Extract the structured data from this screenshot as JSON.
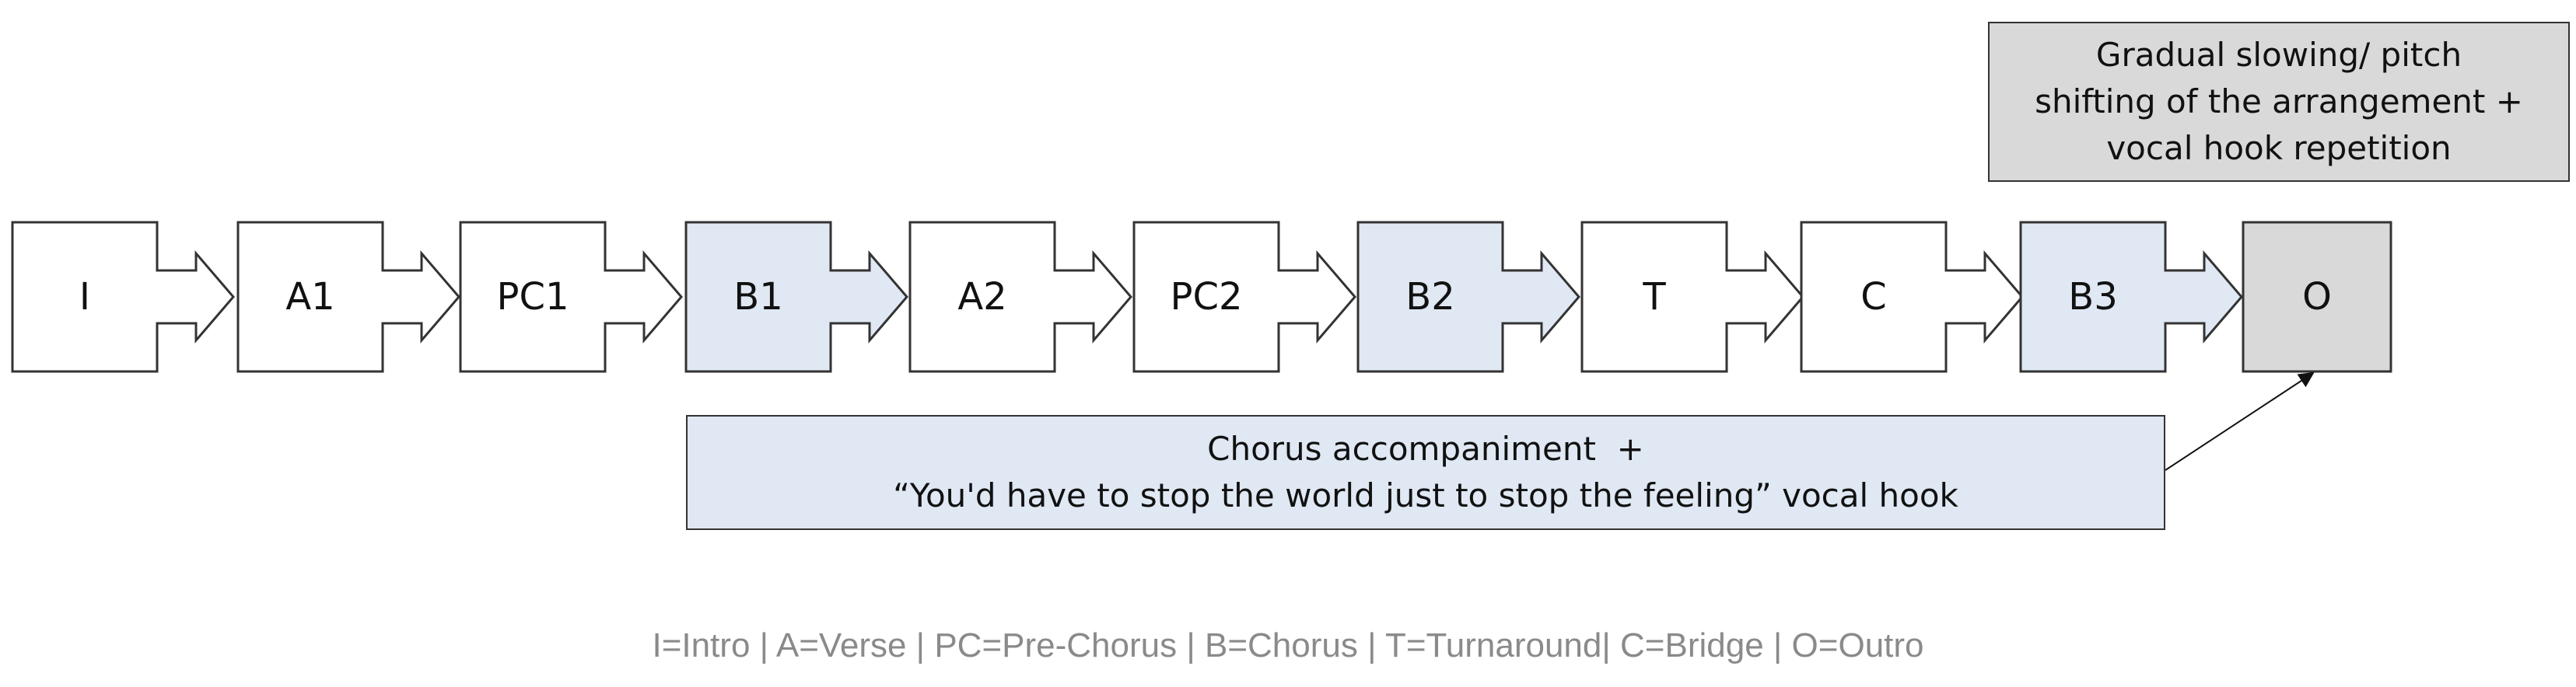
{
  "colors": {
    "section_fill": "#ffffff",
    "chorus_fill": "#dfe8f3",
    "outro_fill": "#d9d9d9",
    "stroke": "#333333",
    "legend_text": "#8a8a8a"
  },
  "sections": [
    {
      "label": "I",
      "kind": "section"
    },
    {
      "label": "A1",
      "kind": "section"
    },
    {
      "label": "PC1",
      "kind": "section"
    },
    {
      "label": "B1",
      "kind": "chorus"
    },
    {
      "label": "A2",
      "kind": "section"
    },
    {
      "label": "PC2",
      "kind": "section"
    },
    {
      "label": "B2",
      "kind": "chorus"
    },
    {
      "label": "T",
      "kind": "section"
    },
    {
      "label": "C",
      "kind": "section"
    },
    {
      "label": "B3",
      "kind": "chorus"
    },
    {
      "label": "O",
      "kind": "outro"
    }
  ],
  "notes": {
    "outro_note": {
      "lines": [
        "Gradual slowing/ pitch",
        "shifting of the arrangement +",
        "vocal hook repetition"
      ]
    },
    "chorus_note": {
      "lines": [
        "Chorus accompaniment  +",
        "“You'd have to stop the world just to stop the feeling” vocal hook"
      ]
    }
  },
  "legend": "I=Intro | A=Verse | PC=Pre-Chorus | B=Chorus | T=Turnaround| C=Bridge | O=Outro"
}
